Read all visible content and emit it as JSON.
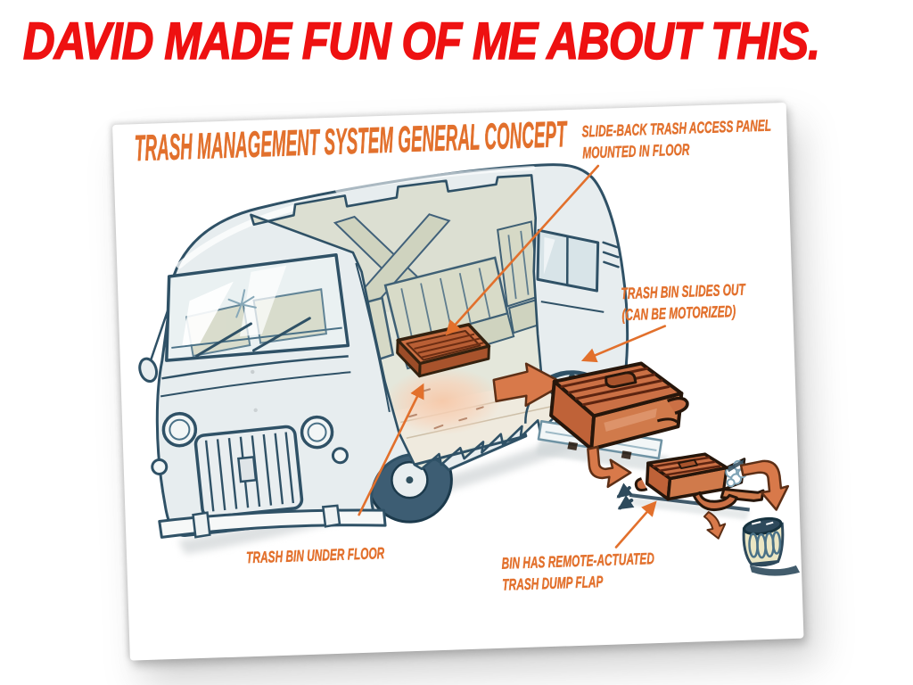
{
  "headline": "DAVID MADE FUN OF ME ABOUT THIS.",
  "colors": {
    "headline-red": "#ee1111",
    "accent-orange": "#e2702c",
    "sketch-line": "#2f5166",
    "bin-orange": "#cb7045",
    "van-body": "#e7edef",
    "seat-sage": "#d6d9c6"
  },
  "card": {
    "title": "TRASH MANAGEMENT SYSTEM GENERAL CONCEPT",
    "annotations": {
      "access_panel": {
        "line1": "SLIDE-BACK TRASH ACCESS PANEL",
        "line2": "MOUNTED IN FLOOR"
      },
      "slides_out": {
        "line1": "TRASH BIN SLIDES OUT",
        "line2": "(CAN BE MOTORIZED)"
      },
      "under_floor": {
        "line1": "TRASH BIN UNDER FLOOR"
      },
      "dump_flap": {
        "line1": "BIN HAS REMOTE-ACTUATED",
        "line2": "TRASH DUMP FLAP"
      }
    },
    "illustration_parts": [
      "camper-van-cutaway-sketch",
      "trash-bin-in-floor",
      "slide-out-trash-bin",
      "dump-flap-bin",
      "street-trash-can",
      "flow-arrows"
    ]
  }
}
